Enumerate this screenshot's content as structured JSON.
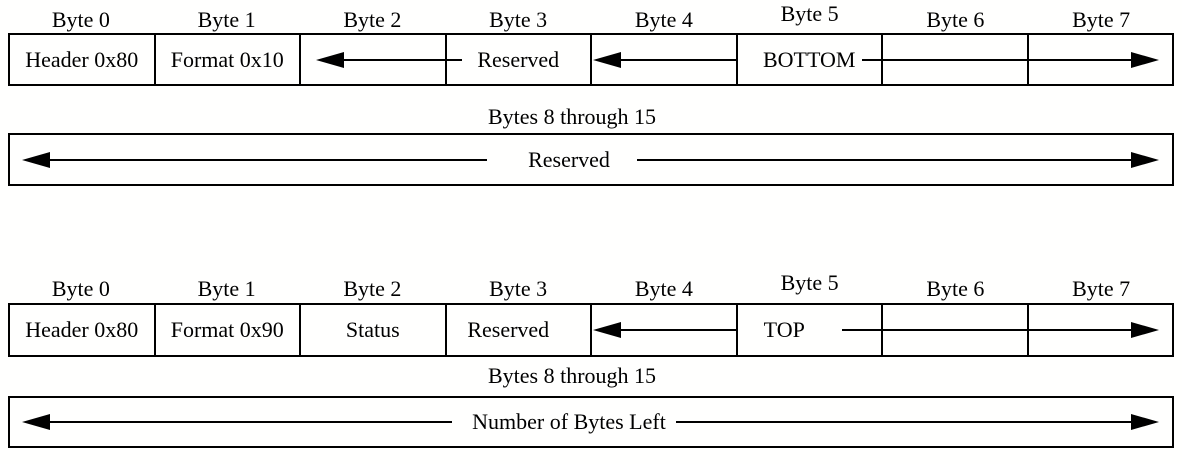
{
  "page": {
    "background": "#ffffff",
    "ink": "#000000"
  },
  "diagrams": [
    {
      "byte_headers": [
        "Byte 0",
        "Byte 1",
        "Byte 2",
        "Byte 3",
        "Byte 4",
        "Byte 5",
        "Byte 6",
        "Byte 7"
      ],
      "cells": [
        "Header 0x80",
        "Format 0x10",
        "",
        "Reserved",
        "",
        "BOTTOM",
        "",
        ""
      ],
      "spans": [
        {
          "field": "Reserved",
          "bytes": "2-3"
        },
        {
          "field": "BOTTOM",
          "bytes": "4-7"
        }
      ],
      "bytes8_header": "Bytes 8 through 15",
      "bytes8_field": "Reserved"
    },
    {
      "byte_headers": [
        "Byte 0",
        "Byte 1",
        "Byte 2",
        "Byte 3",
        "Byte 4",
        "Byte 5",
        "Byte 6",
        "Byte 7"
      ],
      "cells": [
        "Header 0x80",
        "Format 0x90",
        "Status",
        "Reserved",
        "",
        "TOP",
        "",
        ""
      ],
      "spans": [
        {
          "field": "TOP",
          "bytes": "4-7"
        }
      ],
      "bytes8_header": "Bytes 8 through 15",
      "bytes8_field": "Number of Bytes Left"
    }
  ]
}
